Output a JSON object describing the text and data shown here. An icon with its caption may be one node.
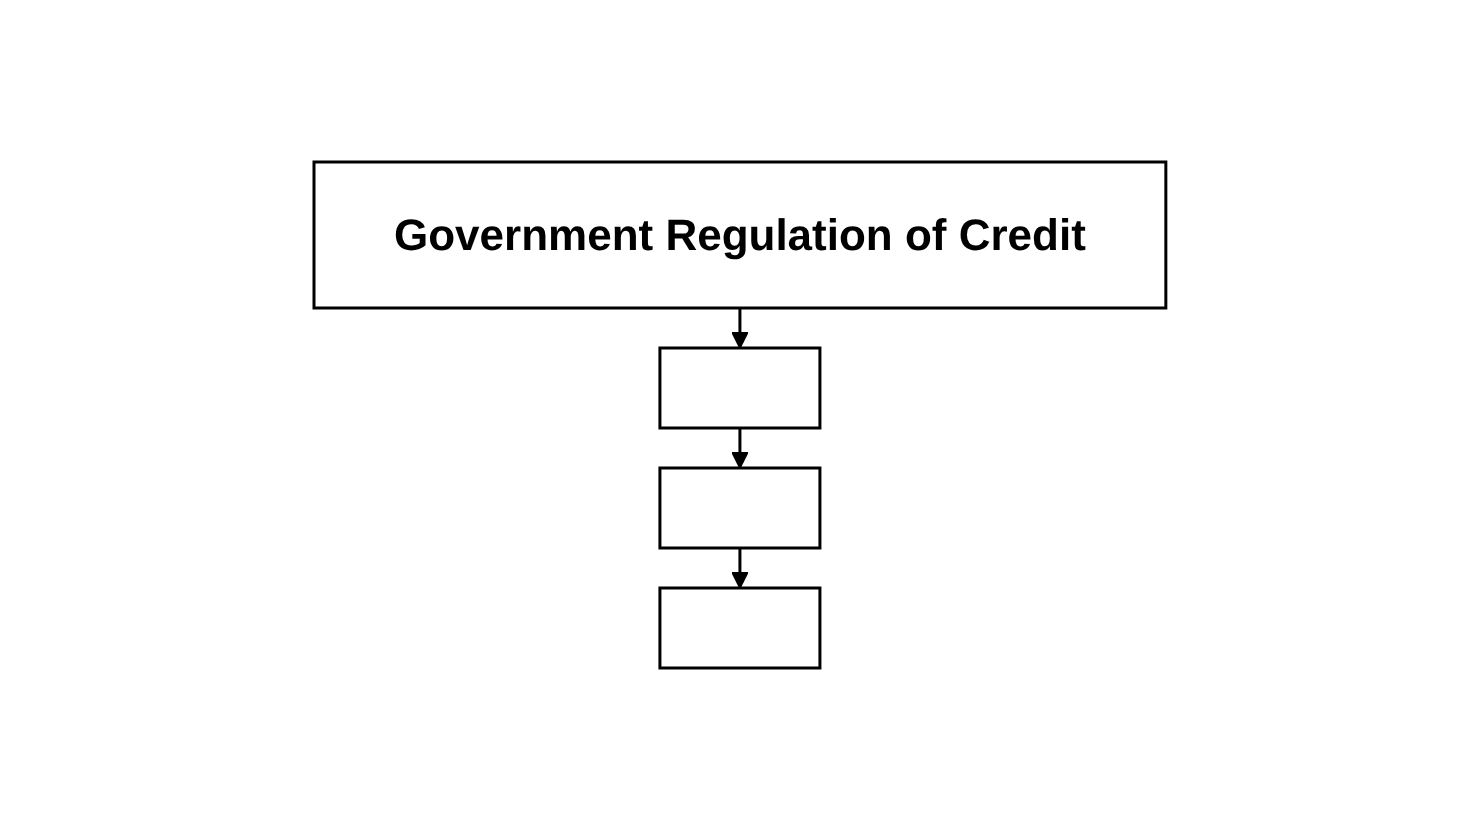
{
  "diagram": {
    "nodes": [
      {
        "text": [
          "Government Regulation of Credit"
        ]
      },
      {
        "text": [],
        "shape": "box"
      },
      {
        "text": [],
        "shape": "box"
      },
      {
        "text": [],
        "shape": "box"
      }
    ],
    "edges": [
      {
        "from": 0,
        "to": 1,
        "arrow": "to"
      },
      {
        "from": 1,
        "to": 2,
        "arrow": "to"
      },
      {
        "from": 2,
        "to": 3,
        "arrow": "to"
      }
    ]
  }
}
